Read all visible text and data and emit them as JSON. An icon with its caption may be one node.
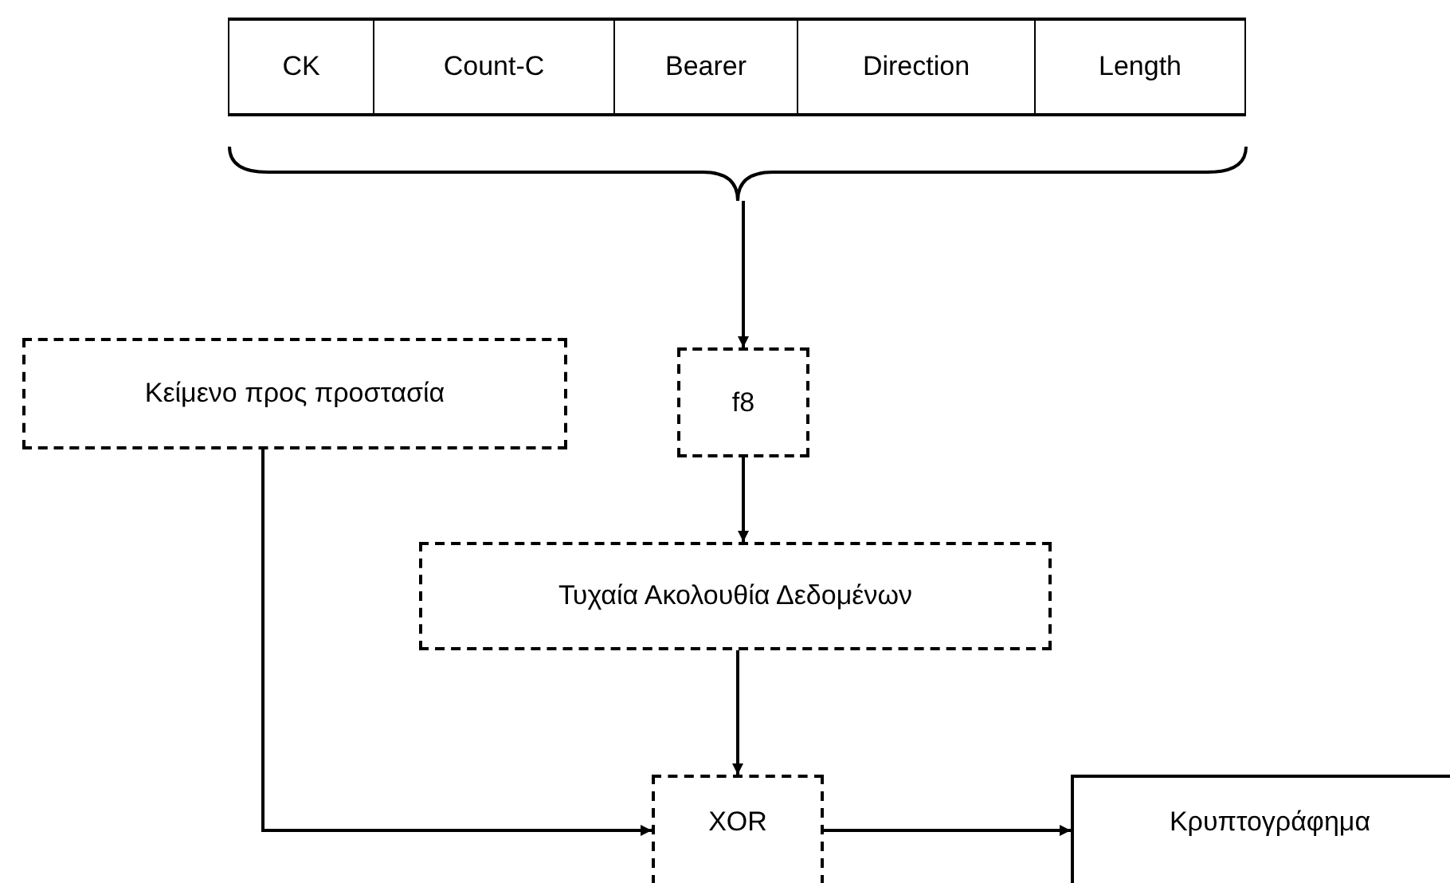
{
  "diagram": {
    "nodes": [
      {
        "text": [
          "CK"
        ]
      },
      {
        "text": [
          "Count-C"
        ]
      },
      {
        "text": [
          "Bearer"
        ]
      },
      {
        "text": [
          "Direction"
        ]
      },
      {
        "text": [
          "Length"
        ]
      },
      {
        "text": [],
        "shape": "brace"
      },
      {
        "text": [
          "Κείμενο προς προστασία"
        ]
      },
      {
        "text": [
          "f8"
        ]
      },
      {
        "text": [
          "Τυχαία Ακολουθία Δεδομένων"
        ]
      },
      {
        "text": [
          "XOR"
        ]
      },
      {
        "text": [
          "Κρυπτογράφημα"
        ]
      }
    ],
    "edges": [
      {
        "from": 5,
        "to": 7,
        "arrow": "to"
      },
      {
        "from": 7,
        "to": 8,
        "arrow": "to"
      },
      {
        "from": 8,
        "to": 9,
        "arrow": "to"
      },
      {
        "from": 6,
        "to": 9,
        "arrow": "to"
      },
      {
        "from": 9,
        "to": 10,
        "arrow": "to"
      }
    ]
  }
}
